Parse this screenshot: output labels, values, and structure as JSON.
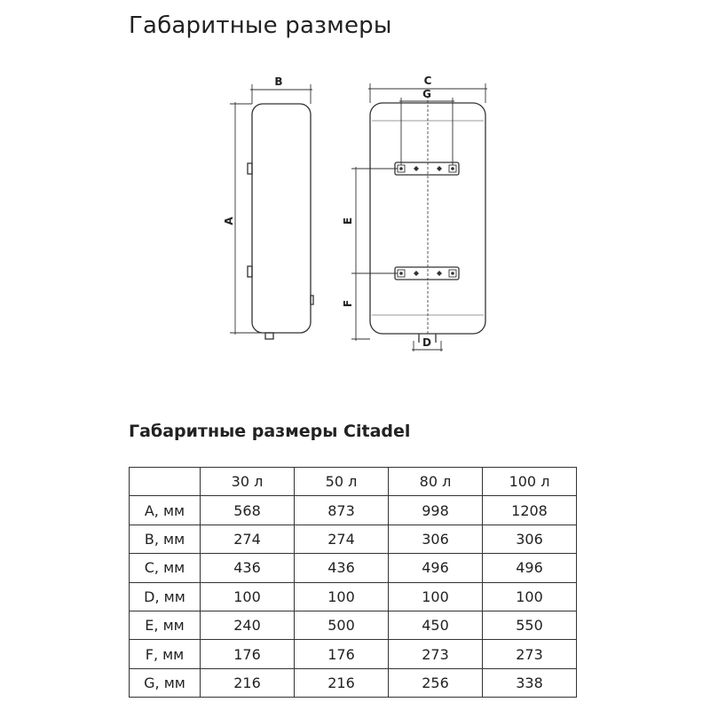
{
  "page_title": "Габаритные размеры",
  "diagram": {
    "labels": {
      "a": "A",
      "b": "B",
      "c": "C",
      "d": "D",
      "e": "E",
      "f": "F",
      "g": "G"
    },
    "line_color": "#333333"
  },
  "table": {
    "title": "Габаритные размеры Citadel",
    "header": [
      "",
      "30 л",
      "50 л",
      "80 л",
      "100 л"
    ],
    "rows": [
      [
        "A, мм",
        "568",
        "873",
        "998",
        "1208"
      ],
      [
        "B, мм",
        "274",
        "274",
        "306",
        "306"
      ],
      [
        "C, мм",
        "436",
        "436",
        "496",
        "496"
      ],
      [
        "D, мм",
        "100",
        "100",
        "100",
        "100"
      ],
      [
        "E, мм",
        "240",
        "500",
        "450",
        "550"
      ],
      [
        "F, мм",
        "176",
        "176",
        "273",
        "273"
      ],
      [
        "G, мм",
        "216",
        "216",
        "256",
        "338"
      ]
    ]
  }
}
